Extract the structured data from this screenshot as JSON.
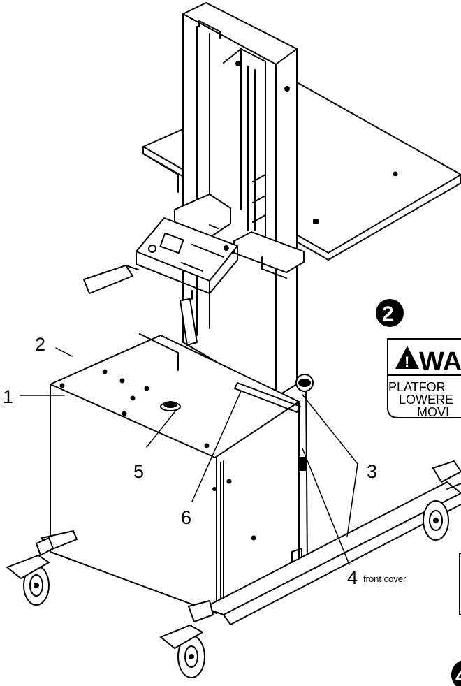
{
  "callouts": {
    "c1": "1",
    "c2": "2",
    "c3": "3",
    "c4": "4",
    "c4_note": "front cover",
    "c5": "5",
    "c6": "6"
  },
  "warning_sign": {
    "badge_number": "2",
    "heading_fragment": "WA",
    "lines": [
      "PLATFOR",
      "LOWERE",
      "MOVI"
    ]
  },
  "second_badge": {
    "number": "4"
  },
  "colors": {
    "line": "#000000",
    "background": "#ffffff"
  }
}
